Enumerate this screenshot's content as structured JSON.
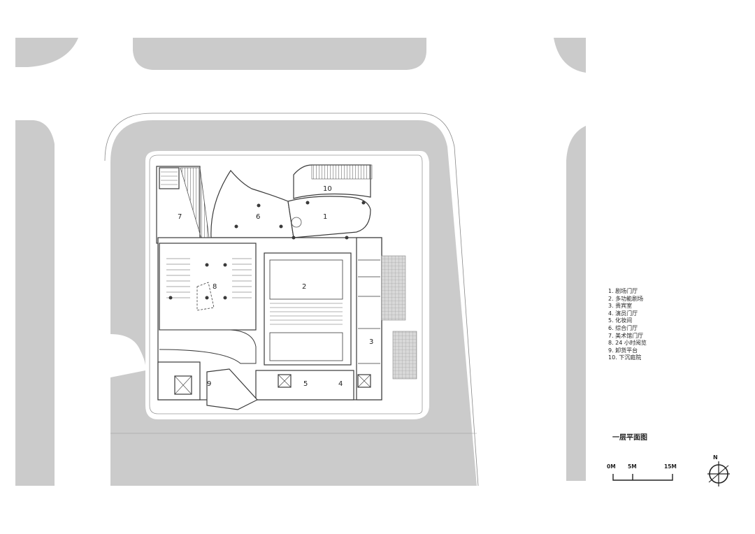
{
  "legend": [
    "1. 剧场门厅",
    "2. 多功能剧场",
    "3. 贵宾室",
    "4. 演员门厅",
    "5. 化妆间",
    "6. 综合门厅",
    "7. 美术馆门厅",
    "8. 24 小时阅览",
    "9. 卸货平台",
    "10. 下沉庭院"
  ],
  "room_numbers": [
    "1",
    "2",
    "3",
    "4",
    "5",
    "6",
    "7",
    "8",
    "9",
    "10"
  ],
  "plan_title": "一层平面图",
  "scale_bar": {
    "labels": [
      "0M",
      "5M",
      "15M"
    ]
  },
  "north_arrow": {
    "label": "N"
  },
  "colors": {
    "road": "#cbcbcb",
    "lines": "#3a3a3a",
    "background": "#ffffff"
  }
}
